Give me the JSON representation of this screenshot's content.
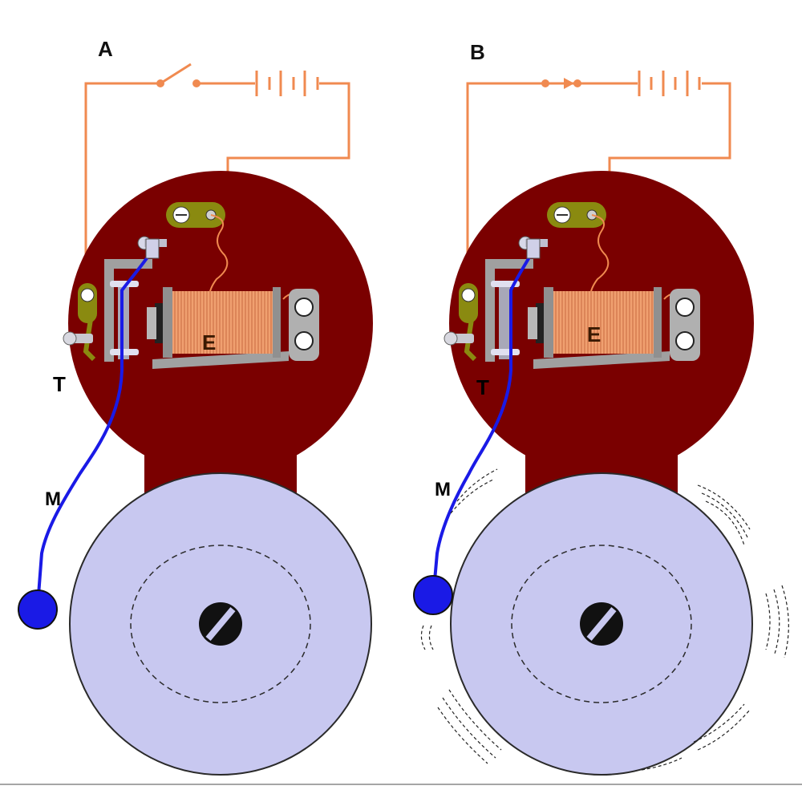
{
  "panels": [
    {
      "id": "A",
      "label": "A",
      "switch_state": "open",
      "bell_state": "silent"
    },
    {
      "id": "B",
      "label": "B",
      "switch_state": "closed",
      "bell_state": "ringing"
    }
  ],
  "component_labels": {
    "electromagnet": "E",
    "contact": "T",
    "hammer_arm": "M"
  },
  "colors": {
    "housing": "#7a0000",
    "bell_dome": "#c8c8f0",
    "wire": "#f08a50",
    "coil": "#f0a070",
    "hammer": "#1a1ae6",
    "bracket": "#a0a0a0",
    "contact_brass": "#8a8a10"
  }
}
